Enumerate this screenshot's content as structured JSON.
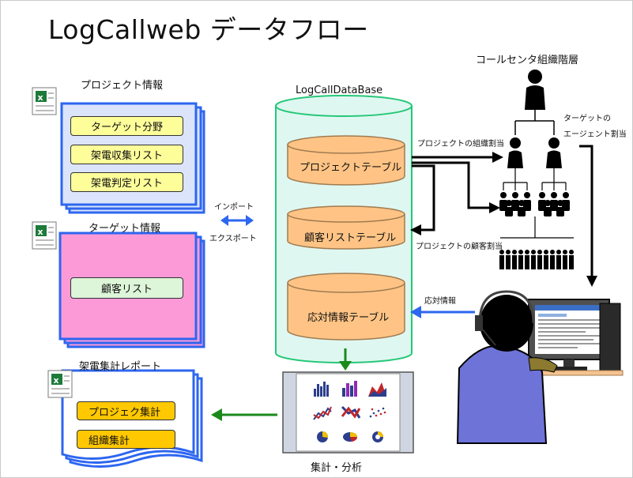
{
  "title": "LogCallweb データフロー",
  "left": {
    "project_info": {
      "title": "プロジェクト情報",
      "items": [
        "ターゲット分野",
        "架電収集リスト",
        "架電判定リスト"
      ]
    },
    "target_info": {
      "title": "ターゲット情報",
      "items": [
        "顧客リスト"
      ]
    },
    "report": {
      "title": "架電集計レポート",
      "items": [
        "プロジェク集計",
        "組織集計"
      ]
    }
  },
  "import_label": "インポート",
  "export_label": "エクスポート",
  "database": {
    "title": "LogCallDataBase",
    "tables": [
      "プロジェクトテーブル",
      "顧客リストテーブル",
      "応対情報テーブル"
    ]
  },
  "analysis": {
    "label": "集計・分析"
  },
  "org": {
    "title": "コールセンタ組織階層",
    "target_assign": [
      "ターゲットの",
      "エージェント割当"
    ],
    "project_org_assign": "プロジェクトの組織割当",
    "project_customer_assign": "プロジェクトの顧客割当",
    "response_info": "応対情報"
  },
  "colors": {
    "doc_blue": "#2d66f0",
    "doc_fill_blue": "#dce4fc",
    "doc_fill_pink": "#fc9ad8",
    "db_fill": "#dff7f1",
    "db_stroke": "#25c878",
    "table_fill": "#ffc485",
    "arrow_green": "#1a8a1a",
    "arrow_blue": "#2d66f0",
    "analysis_fill": "#cfd6e1",
    "person_fill": "#6e73d8"
  },
  "icons": [
    "excel-icon",
    "person-icon",
    "bar-chart-icon",
    "line-chart-icon",
    "pie-chart-icon",
    "computer-monitor-icon"
  ]
}
